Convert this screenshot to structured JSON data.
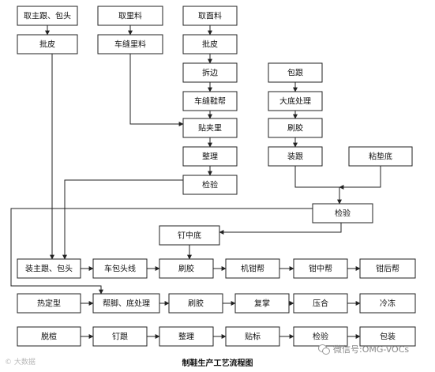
{
  "title": "制鞋生产工艺流程图",
  "watermark_left": "© 大数据",
  "watermark_right": "微信号:OMG-VOCs",
  "nodes": [
    {
      "id": "n1",
      "label": "取主跟、包头"
    },
    {
      "id": "n2",
      "label": "批皮"
    },
    {
      "id": "n3",
      "label": "取里料"
    },
    {
      "id": "n4",
      "label": "车缝里料"
    },
    {
      "id": "n5",
      "label": "取面料"
    },
    {
      "id": "n6",
      "label": "批皮"
    },
    {
      "id": "n7",
      "label": "拆边"
    },
    {
      "id": "n8",
      "label": "车缝鞋帮"
    },
    {
      "id": "n9",
      "label": "贴夹里"
    },
    {
      "id": "n10",
      "label": "整理"
    },
    {
      "id": "n11",
      "label": "检验"
    },
    {
      "id": "n12",
      "label": "包跟"
    },
    {
      "id": "n13",
      "label": "大底处理"
    },
    {
      "id": "n14",
      "label": "刷胶"
    },
    {
      "id": "n15",
      "label": "装跟"
    },
    {
      "id": "n16",
      "label": "粘垫底"
    },
    {
      "id": "n17",
      "label": "检验"
    },
    {
      "id": "n18",
      "label": "钉中底"
    },
    {
      "id": "n19",
      "label": "装主跟、包头"
    },
    {
      "id": "n20",
      "label": "车包头线"
    },
    {
      "id": "n21",
      "label": "刷胶"
    },
    {
      "id": "n22",
      "label": "机钳帮"
    },
    {
      "id": "n23",
      "label": "钳中帮"
    },
    {
      "id": "n24",
      "label": "钳后帮"
    },
    {
      "id": "n25",
      "label": "热定型"
    },
    {
      "id": "n26",
      "label": "帮脚、底处理"
    },
    {
      "id": "n27",
      "label": "刷胶"
    },
    {
      "id": "n28",
      "label": "复掌"
    },
    {
      "id": "n29",
      "label": "压合"
    },
    {
      "id": "n30",
      "label": "冷冻"
    },
    {
      "id": "n31",
      "label": "脱楦"
    },
    {
      "id": "n32",
      "label": "钉跟"
    },
    {
      "id": "n33",
      "label": "整理"
    },
    {
      "id": "n34",
      "label": "贴标"
    },
    {
      "id": "n35",
      "label": "检验"
    },
    {
      "id": "n36",
      "label": "包装"
    }
  ],
  "edges": [
    [
      "n1",
      "n2"
    ],
    [
      "n3",
      "n4"
    ],
    [
      "n5",
      "n6"
    ],
    [
      "n6",
      "n7"
    ],
    [
      "n7",
      "n8"
    ],
    [
      "n8",
      "n9"
    ],
    [
      "n4",
      "n9"
    ],
    [
      "n9",
      "n10"
    ],
    [
      "n10",
      "n11"
    ],
    [
      "n12",
      "n13"
    ],
    [
      "n13",
      "n14"
    ],
    [
      "n14",
      "n15"
    ],
    [
      "n15",
      "n17"
    ],
    [
      "n16",
      "n17"
    ],
    [
      "n17",
      "n18"
    ],
    [
      "n2",
      "n19"
    ],
    [
      "n11",
      "n19"
    ],
    [
      "n18",
      "n21"
    ],
    [
      "n19",
      "n20"
    ],
    [
      "n20",
      "n21"
    ],
    [
      "n21",
      "n22"
    ],
    [
      "n22",
      "n23"
    ],
    [
      "n23",
      "n24"
    ],
    [
      "n17",
      "n26"
    ],
    [
      "n25",
      "n26"
    ],
    [
      "n26",
      "n27"
    ],
    [
      "n27",
      "n28"
    ],
    [
      "n28",
      "n29"
    ],
    [
      "n29",
      "n30"
    ],
    [
      "n31",
      "n32"
    ],
    [
      "n32",
      "n33"
    ],
    [
      "n33",
      "n34"
    ],
    [
      "n34",
      "n35"
    ],
    [
      "n35",
      "n36"
    ]
  ]
}
